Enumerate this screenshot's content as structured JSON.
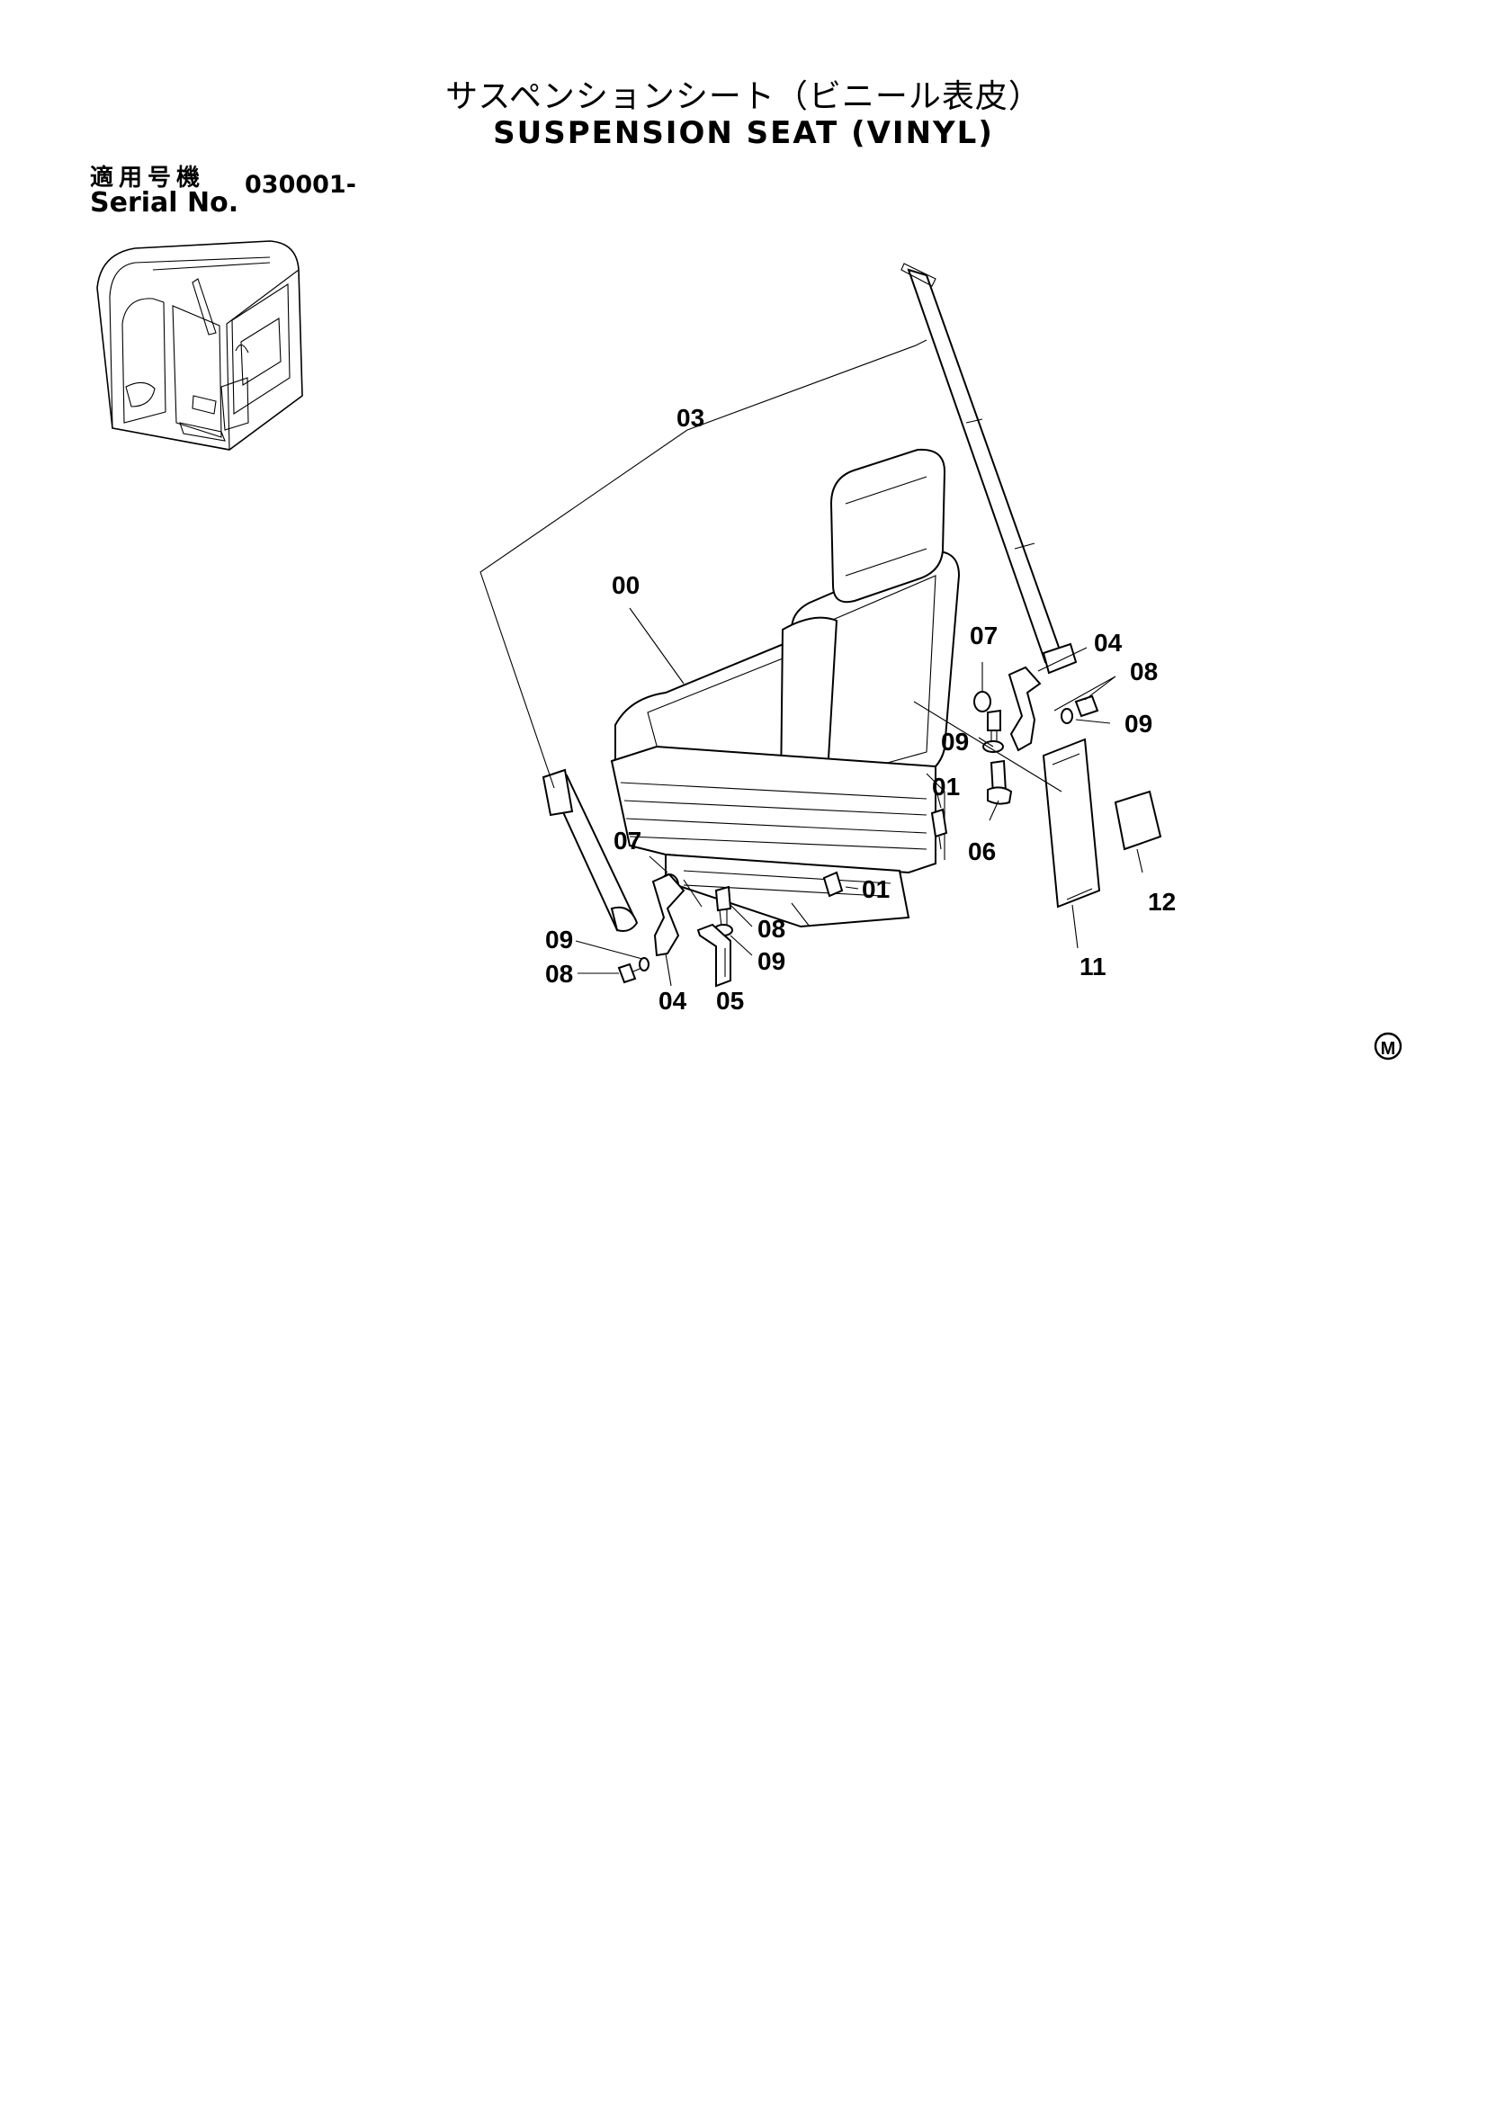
{
  "header": {
    "title_jp": "サスペンションシート（ビニール表皮）",
    "title_en": "SUSPENSION SEAT (VINYL)"
  },
  "serial": {
    "label_jp": "適用号機",
    "label_en": "Serial No.",
    "value": "030001-"
  },
  "callouts": [
    "00",
    "01",
    "01",
    "03",
    "04",
    "04",
    "05",
    "06",
    "07",
    "07",
    "08",
    "08",
    "08",
    "09",
    "09",
    "09",
    "09",
    "11",
    "12"
  ],
  "mark": "M"
}
